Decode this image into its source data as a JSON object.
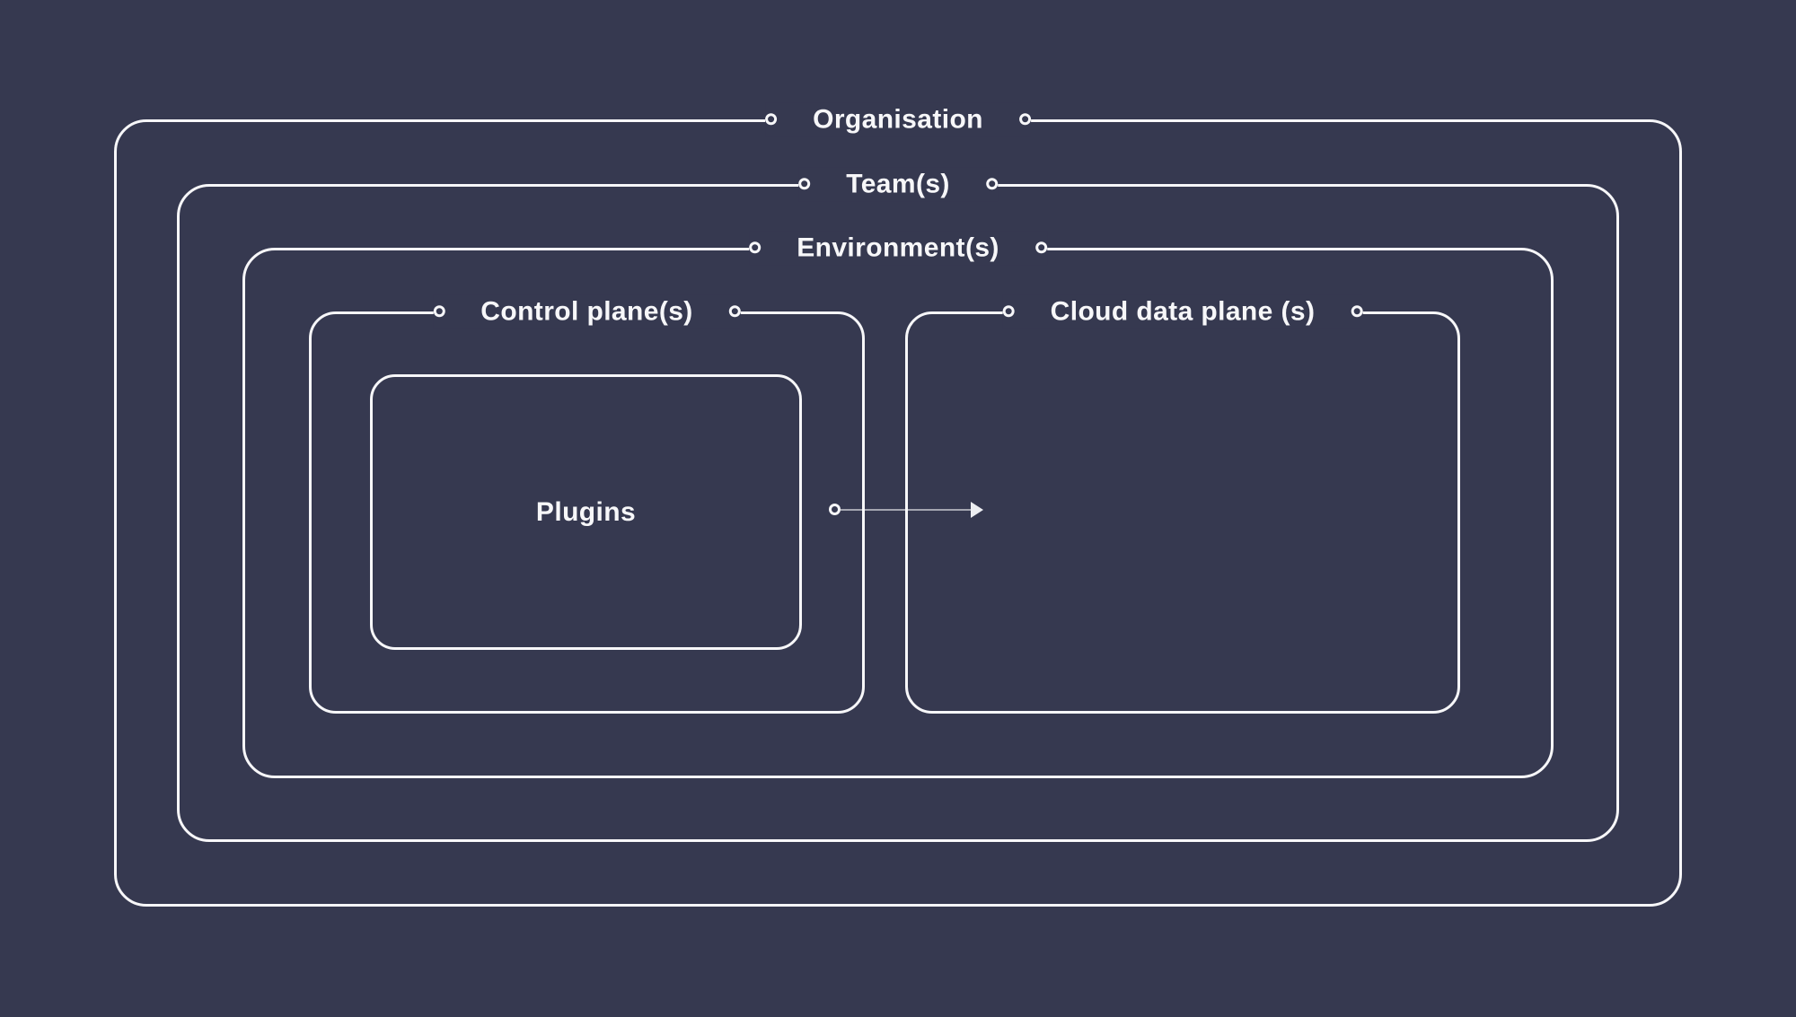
{
  "diagram": {
    "type": "nested-architecture-diagram",
    "colors": {
      "background": "#363950",
      "stroke": "#F7F7F9",
      "text": "#F7F7F9",
      "arrow_shaft": "#A4A6B0",
      "arrow_head": "#EDEEF2"
    },
    "boxes": [
      {
        "label": "Organisation"
      },
      {
        "label": "Team(s)"
      },
      {
        "label": "Environment(s)"
      },
      {
        "label": "Control plane(s)"
      },
      {
        "label": "Cloud data plane (s)"
      },
      {
        "label": "Plugins"
      }
    ],
    "arrow": {
      "from": "Plugins",
      "to": "Cloud data plane (s)"
    }
  }
}
